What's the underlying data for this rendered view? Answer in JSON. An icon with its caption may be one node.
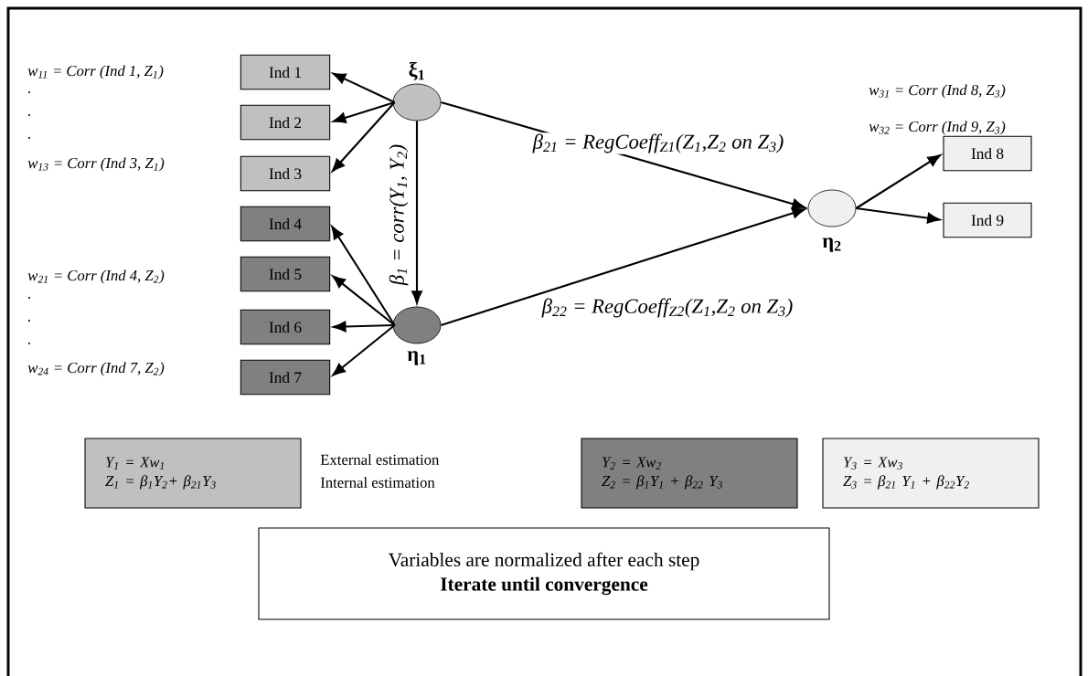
{
  "diagram": {
    "nodes": [
      {
        "text": [
          "ξ$_{1}$"
        ]
      },
      {
        "text": [
          "η$_{1}$"
        ]
      },
      {
        "text": [
          "η$_{2}$"
        ]
      },
      {
        "text": [
          "Ind 1"
        ]
      },
      {
        "text": [
          "Ind 2"
        ]
      },
      {
        "text": [
          "Ind 3"
        ]
      },
      {
        "text": [
          "Ind 4"
        ]
      },
      {
        "text": [
          "Ind 5"
        ]
      },
      {
        "text": [
          "Ind 6"
        ]
      },
      {
        "text": [
          "Ind 7"
        ]
      },
      {
        "text": [
          "Ind 8"
        ]
      },
      {
        "text": [
          "Ind 9"
        ]
      },
      {
        "text": [
          "Y$_{1}$ = Xw$_{1}$",
          "Z$_{1}$ = β$_{1}$Y$_{2}$+ β$_{21}$Y$_{3}$"
        ]
      },
      {
        "text": [
          "Y$_{2}$ = Xw$_{2}$",
          "Z$_{2}$ = β$_{1}$Y$_{1}$ + β$_{22}$ Y$_{3}$"
        ]
      },
      {
        "text": [
          "Y$_{3}$ = Xw$_{3}$",
          "Z$_{3}$ = β$_{21}$ Y$_{1}$ + β$_{22}$Y$_{2}$"
        ]
      },
      {
        "text": [
          "Variables are normalized after each step",
          "Iterate until convergence"
        ]
      }
    ],
    "edges": [
      {
        "from": 0,
        "to": 3,
        "arrow": "to"
      },
      {
        "from": 0,
        "to": 4,
        "arrow": "to"
      },
      {
        "from": 0,
        "to": 5,
        "arrow": "to"
      },
      {
        "from": 1,
        "to": 6,
        "arrow": "to"
      },
      {
        "from": 1,
        "to": 7,
        "arrow": "to"
      },
      {
        "from": 1,
        "to": 8,
        "arrow": "to"
      },
      {
        "from": 1,
        "to": 9,
        "arrow": "to"
      },
      {
        "from": 0,
        "to": 1,
        "arrow": "to",
        "label": "β$_{1}$ = corr(Y$_{1}$, Y$_{2}$)"
      },
      {
        "from": 0,
        "to": 2,
        "arrow": "to",
        "label": "β$_{21}$ = RegCoeff$_{Z1}$(Z$_{1}$,Z$_{2}$ on Z$_{3}$)"
      },
      {
        "from": 1,
        "to": 2,
        "arrow": "to",
        "label": "β$_{22}$ = RegCoeff$_{Z2}$(Z$_{1}$,Z$_{2}$ on Z$_{3}$)"
      },
      {
        "from": 2,
        "to": 10,
        "arrow": "to"
      },
      {
        "from": 2,
        "to": 11,
        "arrow": "to"
      }
    ],
    "labels": [
      "w$_{11}$ = Corr (Ind 1, Z$_{1}$)",
      ".",
      ".",
      ".",
      "w$_{13}$ = Corr (Ind 3, Z$_{1}$)",
      "w$_{31}$ = Corr (Ind 8, Z$_{3}$)",
      "w$_{32}$ = Corr (Ind 9, Z$_{3}$)",
      "w$_{21}$ = Corr (Ind 4, Z$_{2}$)",
      ".",
      ".",
      ".",
      "w$_{24}$ = Corr (Ind 7, Z$_{2}$)",
      "External estimation",
      "Internal estimation"
    ]
  }
}
